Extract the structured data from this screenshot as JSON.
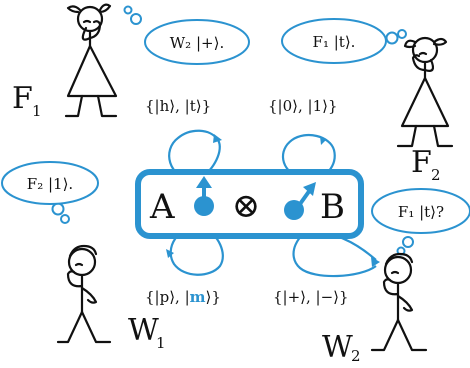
{
  "colors": {
    "accent": "#2b93d0",
    "ink": "#111111"
  },
  "bubbles": {
    "w2_top": "W₂ |+⟩.",
    "f1_top": "F₁ |t⟩.",
    "f2_left": "F₂ |1⟩.",
    "f1_right": "F₁ |t⟩?"
  },
  "agents": {
    "f1": {
      "letter": "F",
      "sub": "1"
    },
    "f2": {
      "letter": "F",
      "sub": "2"
    },
    "w1": {
      "letter": "W",
      "sub": "1"
    },
    "w2": {
      "letter": "W",
      "sub": "2"
    }
  },
  "bases": {
    "top_left": "{|h⟩, |t⟩}",
    "top_right": "{|0⟩, |1⟩}",
    "bottom_left_prefix": "{|p⟩, |",
    "bottom_left_highlight": "m",
    "bottom_left_suffix": "⟩}",
    "bottom_right": "{|+⟩, |−⟩}"
  },
  "box": {
    "left_label": "A",
    "right_label": "B",
    "operator": "⊗"
  }
}
